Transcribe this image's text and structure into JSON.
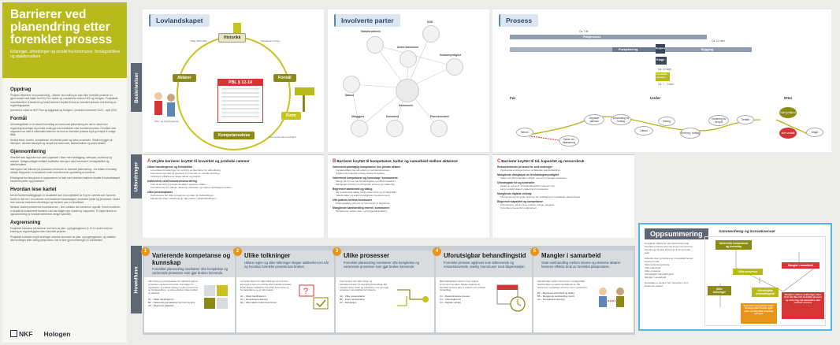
{
  "header": {
    "title": "Barrierer ved planendring etter forenklet prosess",
    "subtitle": "Erfaringer, utfordringer og innsikt fra kommuner, forslagsstillere og statsforvaltere"
  },
  "left_sections": [
    {
      "heading": "Oppdrag",
      "paras": [
        "Prosjekt «Barrierer ved planendring – Barrier ved endring av plan etter forenklet prosess» er gjennomført med støtte fra KS’s FoU-midler og i samarbeid mellom NKF og Hologen. Prosjektets hovedformål er å beskrive og forstå barrierer knyttet til bruk av forenklet prosess ved endring av reguleringsplaner.",
        "Arbeidet er utført av NKF Plan og byggesak og Hologen, i perioden november 2023 – april 2024."
      ]
    },
    {
      "heading": "Formål",
      "paras": [
        "Utfordringsbildet er en aktuell forenkling av kommunal planendring der det er uklart hvor reguleringsendringer og mindre endringer kan behandles etter forenklet prosess. Formålet med rapporten har vært å undersøke barrierer for bruk av forenklet prosess og å gi innspill til mulige tiltak.",
        "Sentral tema: lovverk, kompetanse, involverte parter og selve prosessen. Studien bygger på intervjuer, dokumentanalyse og innspill fra kommuner, statsforvaltere og andre aktører."
      ]
    },
    {
      "heading": "Gjennomføring",
      "paras": [
        "Arbeidet med rapporten har vært organisert i faser med kartlegging, intervjuer, workshop og analyse. Datagrunnlaget omfatter kvalitative intervjuer med kommuner, forslagsstillere og statsforvaltere.",
        "Intervjuene har fokusert på prosessen med bruk av forenklet planendring – fra initiativ til endelig vedtak. Rapporten er strukturert rundt hovedfunnene og drøfting av barrierer.",
        "Erfaringene fra intervjuene er oppsummert i et kart som beskriver barrierer knyttet til lovlandskapet, involverte parter og prosessen."
      ]
    },
    {
      "heading": "Hvordan lese kartet",
      "paras": [
        "Denne barrierekartleggingen er visualisert som et prosjektkart for å gi en oversikt over funnene. Kartet er delt inn i tre kolonner som beskriver lovlandskapet, involverte parter og prosessen. Under hver kolonne beskrives utfordringer og barrierer som er identifisert.",
        "Nederst i kartet presenteres hovedfunnene – fem områder der barrierene oppstår. Hvert hovedfunn er knyttet til nummererte barrierer som kan følges opp i kartet og i rapporten. Til høyre finnes en oppsummering av hvordan barrierene henger sammen."
      ]
    },
    {
      "heading": "Avgrensning",
      "paras": [
        "Prosjektet fokuserer på barrierer ved bruk av plan- og bygningsloven § 12-14 andre ledd om endring av reguleringsplan etter forenklet prosess.",
        "Prosjektet forholder seg til endringer innenfor rammene av plan- og bygningsloven, og omfatter ikke endringer etter vanlig planprosess. Det er ikke gjort vurderinger av enkeltsaker."
      ]
    }
  ],
  "logos": [
    "NKF",
    "Hologen"
  ],
  "row_labels": {
    "describe": "Beskrivelser",
    "challenges": "Utfordringer",
    "findings": "Hovedfunn"
  },
  "columns": {
    "law": {
      "title": "Lovlandskapet",
      "nodes": {
        "history": "Historikk",
        "actors": "Aktører",
        "purpose": "Formål",
        "competence": "Kompetansekrav",
        "form": "Form"
      },
      "pbl": "PBL § 12-14",
      "tiny": [
        "Tidlig 1900-tallet",
        "Planbestemmelser",
        "Plan- og bygningsloven",
        "Kommunal planmyndighet"
      ]
    },
    "parties": {
      "title": "Involverte parter",
      "labels": [
        "Statsforvalteren",
        "KDD",
        "Andre kommuner",
        "Sektormyndighet",
        "Naboer",
        "Utbyggere",
        "Konsulent",
        "Plan-konsulent",
        "Kommunen"
      ]
    },
    "process": {
      "title": "Prosess",
      "timeline": {
        "ca_years": "Ca. 2 år",
        "planprosess": "Planprosess",
        "ca_12": "Ca. 12 uker",
        "prosjektering": "Prosjektering",
        "byggesak": "Byggesak",
        "bygging": "Bygging",
        "klage": "Klage",
        "ca_12b": "Ca. 12 uker",
        "forenklet": "Forenklet prosess",
        "ca_7": "Ca. 7 - 2 uker"
      },
      "phases": [
        "Før",
        "Under",
        "Etter"
      ],
      "ovals": [
        "Behov",
        "Søker om tilpassning",
        "Oppstart søknad",
        "Innsending av forslag",
        "Utkast",
        "Høring",
        "Endring i forslag",
        "Vurdering av innspill",
        "Vedtak",
        "Klage",
        "Ikke godkjent",
        "Ikke vedtatt"
      ]
    }
  },
  "challenges": [
    {
      "num": "A",
      "title": "Utrykte barrierer knyttet til lovverket og juridiske rammer",
      "items": [
        {
          "h": "Uklart handlingsrom og fleksibilitet",
          "bullets": [
            "Lovverkets formuleringer om endring av plan åpner for ulik tolkning.",
            "Kommuner ser ulikt på grensene for hva som er «mindre endring».",
            "Tolkningen påvirkes av lokale rutiner og praksis."
          ]
        },
        {
          "h": "Usikkerhet rundt konsekvensvurdering",
          "bullets": [
            "Krav til utredning og dokumentasjon oppleves uklare.",
            "Konsekvenser for naboer, allmenne interesser og miljø er vanskelig å vurdere."
          ]
        },
        {
          "h": "Ulike prosessplaner",
          "bullets": [
            "Kommunene har ulike prosedyrer og maler for behandlingen.",
            "Manglende felles veiledning gir ulik praksis i saksbehandlingen."
          ]
        }
      ]
    },
    {
      "num": "B",
      "title": "Barrierer knyttet til kompetanse, kultur og samarbeid mellom aktørene",
      "items": [
        {
          "h": "Varierende planfaglig kompetanse hos private aktører",
          "bullets": [
            "Forslagsstillere har ulik erfaring med planprosesser.",
            "Kvalitet på innsendte forslag varierer betydelig."
          ]
        },
        {
          "h": "Varierende kompetanse og kunnskap i kommunene",
          "bullets": [
            "Mange kommuner har få planleggere og sårbar kapasitet.",
            "Manglende erfaring med forenklet prosess gir usikkerhet."
          ]
        },
        {
          "h": "Begrenset samarbeid og dialog",
          "bullets": [
            "Lite systematisk dialog mellom kommune og forslagsstiller.",
            "Statsforvalter og sektormyndigheter involveres sent."
          ]
        },
        {
          "h": "Ulik praksis mellom kommuner",
          "bullets": [
            "Erfaringsdeling på tvers av kommuner er begrenset."
          ]
        },
        {
          "h": "Manglende samhandling internt i kommunen",
          "bullets": [
            "Silotenkning mellom plan- og byggesaksavdeling."
          ]
        }
      ]
    },
    {
      "num": "C",
      "title": "Barrierer knyttet til tid, kapasitet og ressursbruk",
      "items": [
        {
          "h": "Ressursintensiv prosess for små endringer",
          "bullets": [
            "Også enkle endringer krever omfattende saksbehandling."
          ]
        },
        {
          "h": "Manglende delegasjon av beslutningsmyndighet",
          "bullets": [
            "Saker må ofte behandles politisk, noe som forlenger prosessen."
          ]
        },
        {
          "h": "Uforutsigbar tid og kostnader",
          "bullets": [
            "Aktørene opplever at behandlingstiden varierer mye.",
            "Lang ventetid skaper usikkerhet for prosjekter."
          ]
        },
        {
          "h": "Manglende digitale verktøy",
          "bullets": [
            "Få kommuner har gode systemer for oppfølging av forenklede planendringer."
          ]
        },
        {
          "h": "Begrenset kapasitet og kompetanse",
          "bullets": [
            "Kommunene må prioritere mellom mange oppgaver.",
            "Forenklet prosess blir nedprioritert."
          ]
        }
      ]
    }
  ],
  "summary": {
    "title": "Oppsummering",
    "diagram_title": "Sammenheng og konsekvenser",
    "text": [
      "Prosjektet «Barrierer ved planendring etter forenklet prosess» har vist at kommunene har utfordringer knyttet til bruk av § 12-14 andre ledd.",
      "Arbeidet viser at barrierene i hovedsak henger sammen med:",
      "Varierende kompetanse",
      "Ulike tolkninger",
      "Ulike prosesser",
      "Uforutsigbar behandlingstid",
      "Mangler i samarbeid",
      "Resultatet er samlet i fem hovedfunn som beskrevet i kartet."
    ],
    "boxes": [
      "Varierende kompetanse og kunnskap",
      "Ulike prosesser",
      "Mangler i samarbeid",
      "Ulike tolkninger",
      "Uforutsigbar behandlingstid"
    ],
    "red_left": "Som eller mangelfulle tiltak i forslagsstiller holder igjen eller om ting ikke forenklet prosess",
    "red_right": "Mangler i interne avklaringer fører til at det ikke blir forenklet prosess og at forslag må behandles etter ordinær prosess"
  },
  "findings": [
    {
      "num": "1",
      "title": "Varierende kompetanse og kunnskap",
      "sub": "Forenklet planendring innebærer ofte komplekse og varierende prosesser som gjør bruken krevende.",
      "body": "Ulik erfaring og kompetanse hos aktørene gjør at prosessen oppleves krevende. Kunnskap om regelverket og praksis varierer mellom kommuner og forslagsstillere, og dette påvirker både kvalitet og tidsbruk.",
      "refs": [
        "A1 – Uklart handlingsrom",
        "B2 – Varierende kompetanse hos kommunene",
        "C5 – Begrenset kapasitet"
      ]
    },
    {
      "num": "2",
      "title": "Ulike tolkninger",
      "sub": "Uklare regler og ulike tolkninger skaper usikkerhet om når og hvordan forenklet prosess kan brukes.",
      "body": "Lovverket åpner for ulike tolkninger av hva som kan regnes som en endring etter forenklet prosess. Dette skaper usikkerhet hos både kommuner og forslagsstillere og gir ulik praksis.",
      "refs": [
        "A1 – Uklart handlingsrom",
        "A2 – Konsekvensvurdering",
        "B4 – Ulik praksis mellom kommuner"
      ]
    },
    {
      "num": "3",
      "title": "Ulike prosesser",
      "sub": "Forenklet planendring innebærer ofte komplekse og varierende prosesser som gjør bruken krevende.",
      "body": "Kommunene har ulike rutiner og arbeidsprosesser for forenklet planendring. Det mangler felles maler og veiledning, noe som gjør prosessen uforutsigbar for brukerne.",
      "refs": [
        "A3 – Ulike prosessplaner",
        "B5 – Intern samhandling",
        "C2 – Delegasjon"
      ]
    },
    {
      "num": "4",
      "title": "Uforutsigbar behandlingstid",
      "sub": "Forenklet prosess oppleves som tidkrevende og ressurskrevende, særlig i kommuner med dispensasjon.",
      "body": "Behandlingstiden varierer mye mellom kommuner og saker. Mange opplever at forenklet prosess ikke er raskere enn ordinær behandling.",
      "refs": [
        "C1 – Ressursintensiv prosess",
        "C3 – Uforutsigbar tid",
        "C4 – Digitale verktøy"
      ]
    },
    {
      "num": "5",
      "title": "Mangler i samarbeid",
      "sub": "Svak samhandling mellom interne og eksterne aktører hemmer effektiv bruk av forenklet planprosess.",
      "body": "Samarbeidet mellom kommunen, forslagsstiller, statsforvalter og sektormyndigheter er ofte begrenset, og dialogen kommer sent i prosessen.",
      "refs": [
        "B3 – Begrenset samarbeid og dialog",
        "B5 – Manglende samhandling internt",
        "A2 – Konsekvensvurdering"
      ]
    }
  ],
  "colors": {
    "olive": "#b7ba1a",
    "dark_olive": "#8c8a16",
    "red": "#d43636",
    "orange": "#e8941a",
    "blue": "#56b7e0",
    "slate": "#5d6774"
  }
}
